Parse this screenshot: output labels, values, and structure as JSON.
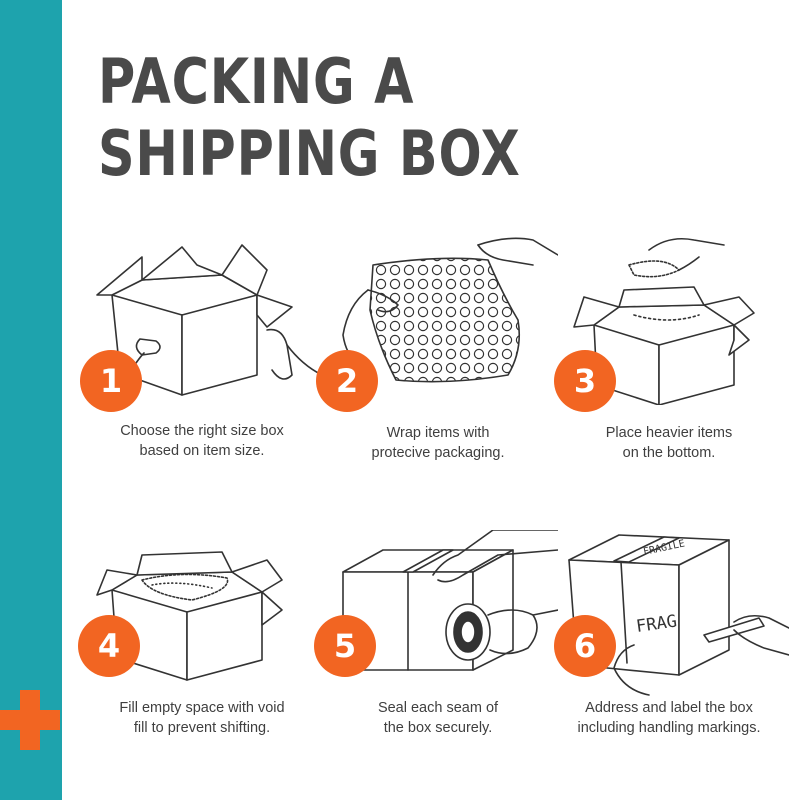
{
  "title": {
    "line1": "PACKING A",
    "line2": "SHIPPING BOX"
  },
  "colors": {
    "sidebar": "#1ea3ad",
    "accent": "#f26522",
    "text": "#4a4a4a"
  },
  "steps": [
    {
      "number": "1",
      "line1": "Choose the right size box",
      "line2": "based on item size.",
      "icon": "open-box-hands-icon"
    },
    {
      "number": "2",
      "line1": "Wrap items with",
      "line2": "protecive packaging.",
      "icon": "bubble-wrap-icon"
    },
    {
      "number": "3",
      "line1": "Place heavier items",
      "line2": "on the bottom.",
      "icon": "box-filling-icon"
    },
    {
      "number": "4",
      "line1": "Fill empty space with void",
      "line2": "fill to prevent shifting.",
      "icon": "box-void-fill-icon"
    },
    {
      "number": "5",
      "line1": "Seal each seam of",
      "line2": "the box securely.",
      "icon": "tape-seal-icon"
    },
    {
      "number": "6",
      "line1": "Address and label the box",
      "line2": "including handling markings.",
      "icon": "label-box-icon"
    }
  ],
  "labels": {
    "lid_text": "FRAGILE",
    "side_text": "FRAG"
  }
}
